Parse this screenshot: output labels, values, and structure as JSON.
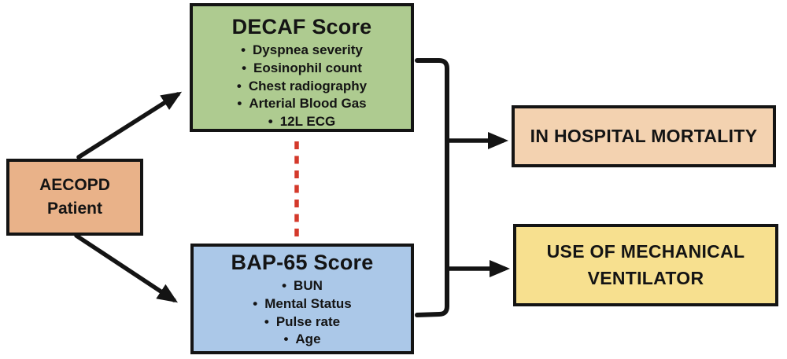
{
  "colors": {
    "background": "#ffffff",
    "ink": "#141414",
    "green": "#aecb90",
    "blue": "#abc8e8",
    "orange": "#e9b289",
    "peach": "#f3d2b0",
    "yellow": "#f7e08f",
    "red-dash": "#d4392b"
  },
  "patient_box": {
    "lines": [
      "AECOPD",
      "Patient"
    ]
  },
  "decaf_box": {
    "title": "DECAF Score",
    "items": [
      "Dyspnea severity",
      "Eosinophil count",
      "Chest radiography",
      "Arterial Blood Gas",
      "12L ECG"
    ]
  },
  "bap65_box": {
    "title": "BAP-65 Score",
    "items": [
      "BUN",
      "Mental Status",
      "Pulse rate",
      "Age"
    ]
  },
  "outcomes": {
    "mortality": {
      "label": "IN HOSPITAL MORTALITY"
    },
    "ventilator": {
      "lines": [
        "USE OF MECHANICAL",
        "VENTILATOR"
      ]
    }
  }
}
